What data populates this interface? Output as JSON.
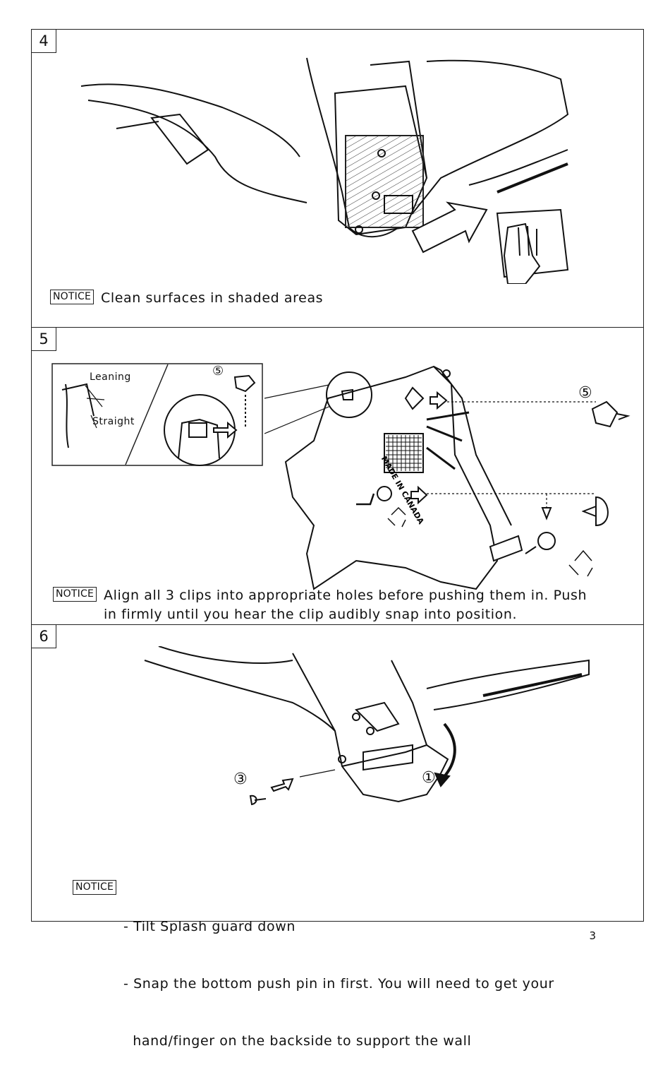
{
  "page_number": "3",
  "steps": [
    {
      "number": "4",
      "notice_label": "NOTICE",
      "notice_lines": [
        "Clean  surfaces in shaded  areas"
      ]
    },
    {
      "number": "5",
      "notice_label": "NOTICE",
      "notice_lines": [
        "Align all 3 clips into appropriate holes before pushing them in. Push",
        "in firmly until you hear the clip audibly snap into position."
      ],
      "inset_labels": {
        "leaning": "Leaning",
        "straight": "Straight"
      },
      "callouts": {
        "inset_clip": "⑤",
        "side_clip": "⑤"
      },
      "stamp_text": "MADE IN CANADA"
    },
    {
      "number": "6",
      "notice_label": "NOTICE",
      "notice_lines": [
        "- Tilt Splash guard down",
        "- Snap the bottom push pin in first. You will need to get your",
        "  hand/finger on the backside to support the wall"
      ],
      "callouts": {
        "pin": "③",
        "guard": "①"
      }
    }
  ]
}
